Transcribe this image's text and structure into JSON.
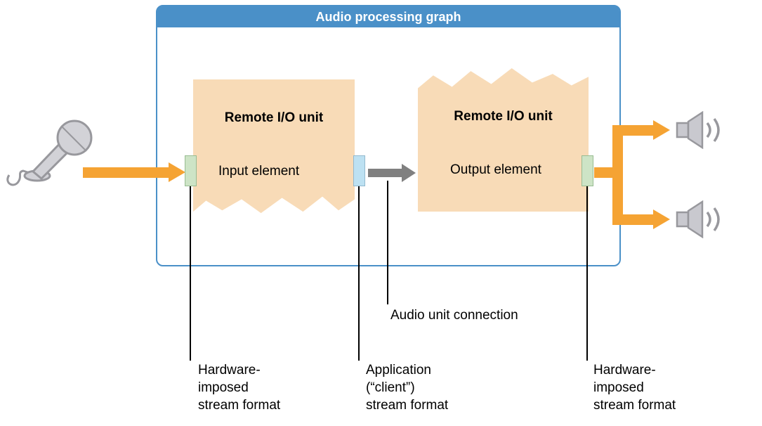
{
  "graph": {
    "title": "Audio processing graph",
    "units": [
      {
        "title": "Remote I/O unit",
        "element": "Input element"
      },
      {
        "title": "Remote I/O unit",
        "element": "Output element"
      }
    ]
  },
  "callouts": {
    "connection": "Audio unit connection",
    "hardware_left": "Hardware-\nimposed\nstream format",
    "client": "Application\n(“client”)\nstream format",
    "hardware_right": "Hardware-\nimposed\nstream format"
  },
  "icons": {
    "input_device": "microphone-icon",
    "output_device_top": "speaker-icon",
    "output_device_bottom": "speaker-icon"
  },
  "colors": {
    "blue": "#4A90C8",
    "peach": "#F8DBB7",
    "orange": "#F5A333",
    "gray-arrow": "#808080",
    "port-green": "#CDE4C6",
    "port-green-border": "#98BC92",
    "port-blue": "#BDE1F2",
    "port-blue-border": "#92B9CE",
    "icon-fill": "#D2D2D7",
    "icon-stroke": "#98989D",
    "line": "#000000"
  }
}
